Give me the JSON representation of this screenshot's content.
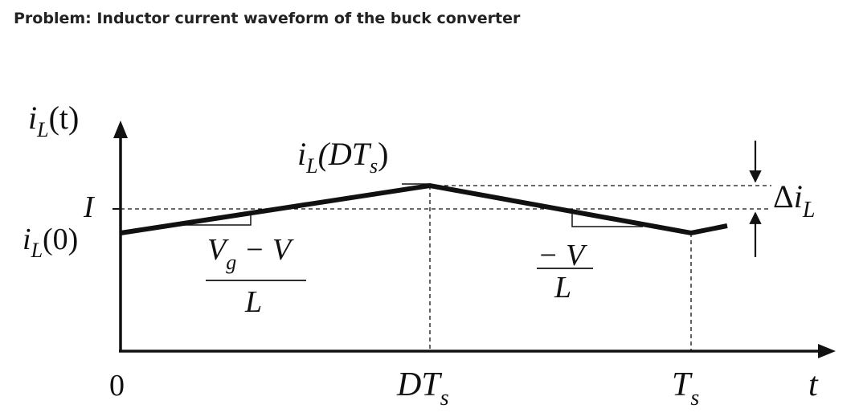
{
  "title": "Problem: Inductor current waveform of the buck converter",
  "labels": {
    "y_axis": {
      "name": "i",
      "sub": "L",
      "arg": "(t)"
    },
    "i_avg": "I",
    "i_zero": {
      "name": "i",
      "sub": "L",
      "arg": "(0)"
    },
    "i_peak": {
      "name": "i",
      "sub": "L",
      "open": "(DT",
      "sub2": "s",
      "close": ")"
    },
    "slope_rise": {
      "num_v": "V",
      "num_sub": "g",
      "num_rest": " − V",
      "den": "L"
    },
    "slope_fall": {
      "num": "− V",
      "den": "L"
    },
    "ripple": {
      "delta": "Δ",
      "name": "i",
      "sub": "L"
    },
    "x_zero": "0",
    "x_dts": {
      "main": "DT",
      "sub": "s"
    },
    "x_ts": {
      "main": "T",
      "sub": "s"
    },
    "x_axis": "t"
  },
  "colors": {
    "ink": "#111111",
    "title": "#222222"
  }
}
